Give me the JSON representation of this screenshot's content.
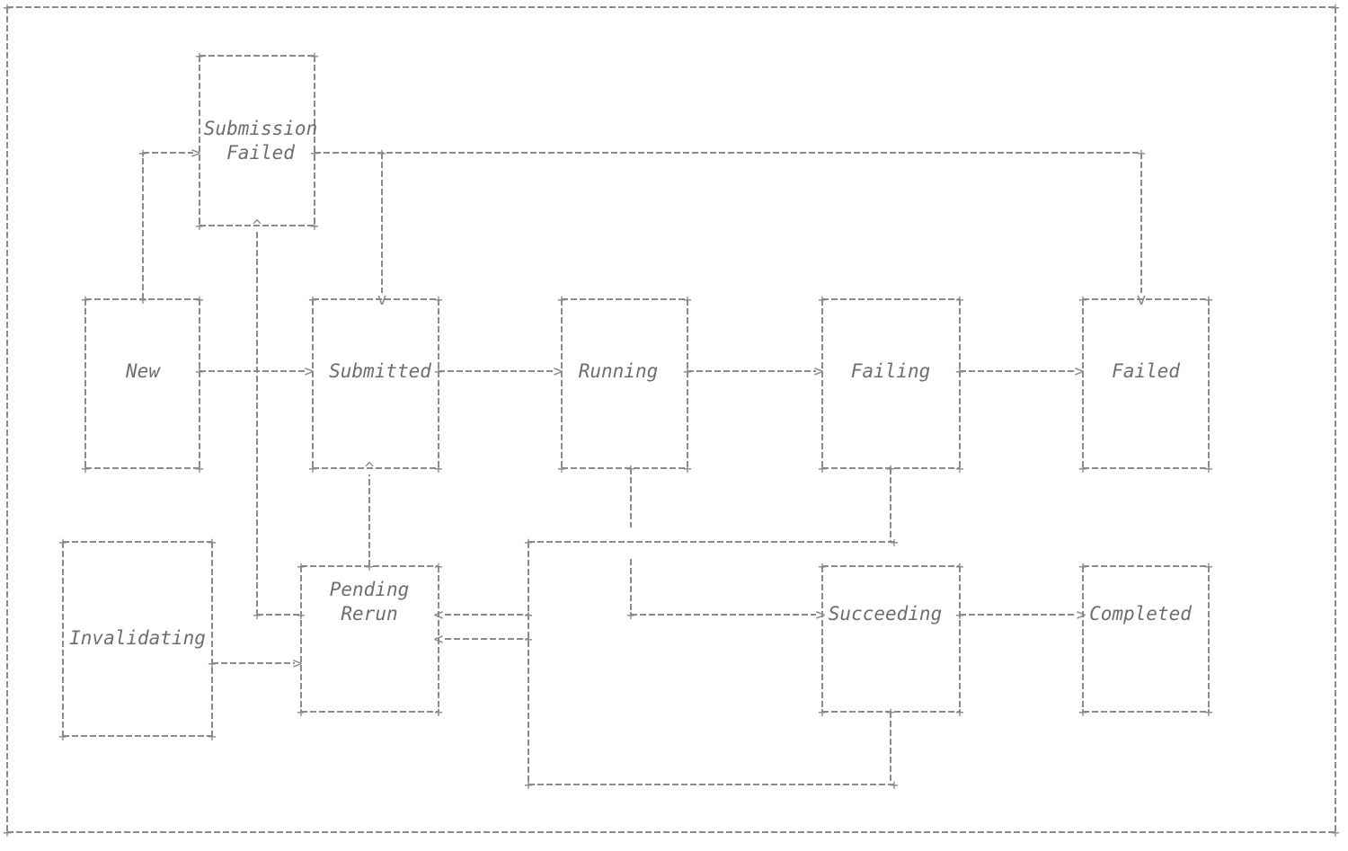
{
  "colors": {
    "line": "#8a8a8a",
    "text": "#6e6e6e",
    "background": "#ffffff"
  },
  "states": {
    "submission_failed": [
      "Submission",
      "Failed"
    ],
    "new": [
      "New"
    ],
    "submitted": [
      "Submitted"
    ],
    "running": [
      "Running"
    ],
    "failing": [
      "Failing"
    ],
    "failed": [
      "Failed"
    ],
    "invalidating": [
      "Invalidating"
    ],
    "pending_rerun": [
      "Pending",
      "Rerun"
    ],
    "succeeding": [
      "Succeeding"
    ],
    "completed": [
      "Completed"
    ]
  }
}
